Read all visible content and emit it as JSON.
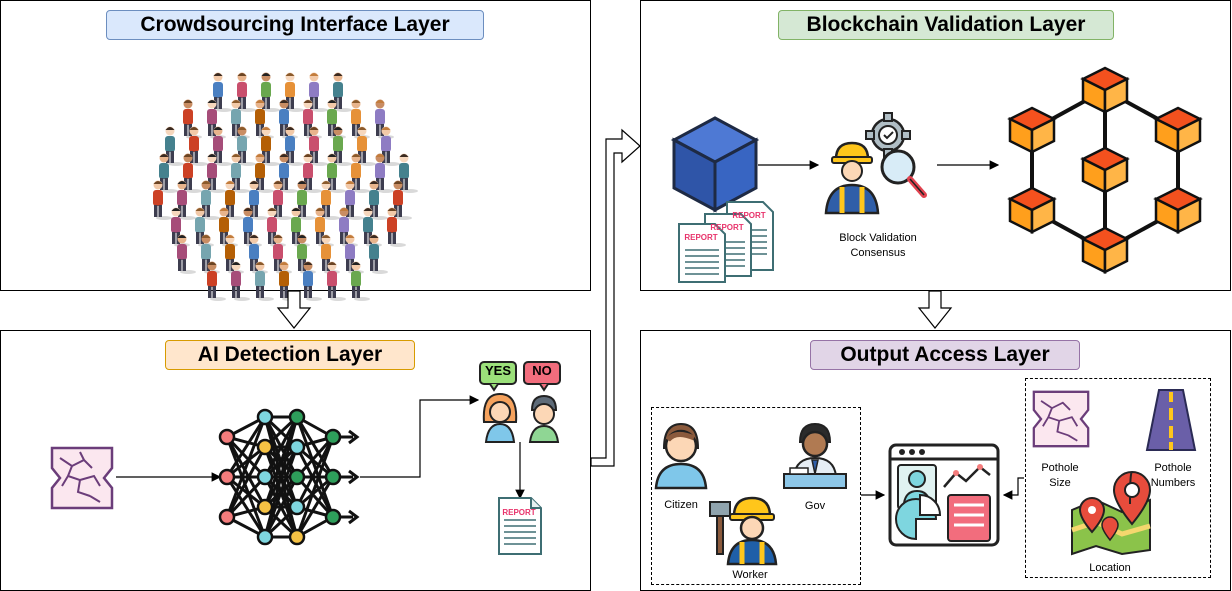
{
  "layers": {
    "crowdsourcing": {
      "title": "Crowdsourcing Interface Layer"
    },
    "blockchain": {
      "title": "Blockchain Validation Layer",
      "validation_label_line1": "Block Validation",
      "validation_label_line2": "Consensus",
      "report_text": "REPORT"
    },
    "ai_detection": {
      "title": "AI Detection Layer",
      "yes_label": "YES",
      "no_label": "NO",
      "report_text": "REPORT"
    },
    "output_access": {
      "title": "Output Access Layer",
      "citizen_label": "Citizen",
      "gov_label": "Gov",
      "worker_label": "Worker",
      "pothole_size_line1": "Pothole",
      "pothole_size_line2": "Size",
      "pothole_numbers_line1": "Pothole",
      "pothole_numbers_line2": "Numbers",
      "location_label": "Location"
    }
  },
  "colors": {
    "blue_title": "#dae8fc",
    "green_title": "#d5e8d4",
    "orange_title": "#ffe6cc",
    "purple_title": "#e1d5e7",
    "block_orange": "#ff9f1c",
    "block_red": "#f4511e",
    "node_red": "#f47c7c",
    "node_green": "#2e9e5b",
    "node_cyan": "#7ed6df",
    "node_yellow": "#f6c244"
  }
}
